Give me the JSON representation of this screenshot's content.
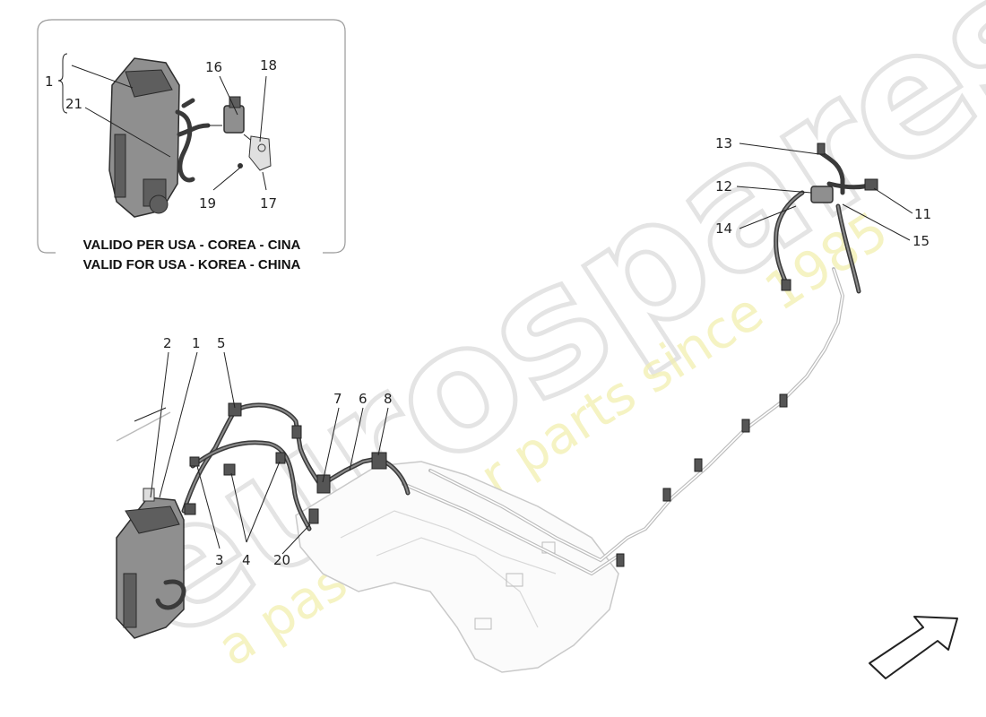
{
  "inset": {
    "note_it": "VALIDO PER USA - COREA - CINA",
    "note_en": "VALID FOR USA - KOREA - CHINA",
    "callouts": [
      "1",
      "21",
      "16",
      "18",
      "19",
      "17"
    ]
  },
  "callouts": {
    "c1": "1",
    "c2": "2",
    "c3": "3",
    "c4": "4",
    "c5": "5",
    "c6": "6",
    "c7": "7",
    "c8": "8",
    "c11": "11",
    "c12": "12",
    "c13": "13",
    "c14": "14",
    "c15": "15",
    "c20": "20"
  },
  "watermark": {
    "logo": "eurospares",
    "tagline": "a passion for parts since 1985"
  },
  "colors": {
    "hose": "#3a3a3a",
    "canister": "#8f8f8f",
    "watermark_tag": "#f2efb0",
    "watermark_logo": "#e4e4e4"
  },
  "icons": [
    "direction-arrow-icon",
    "bracket-brace-icon"
  ]
}
